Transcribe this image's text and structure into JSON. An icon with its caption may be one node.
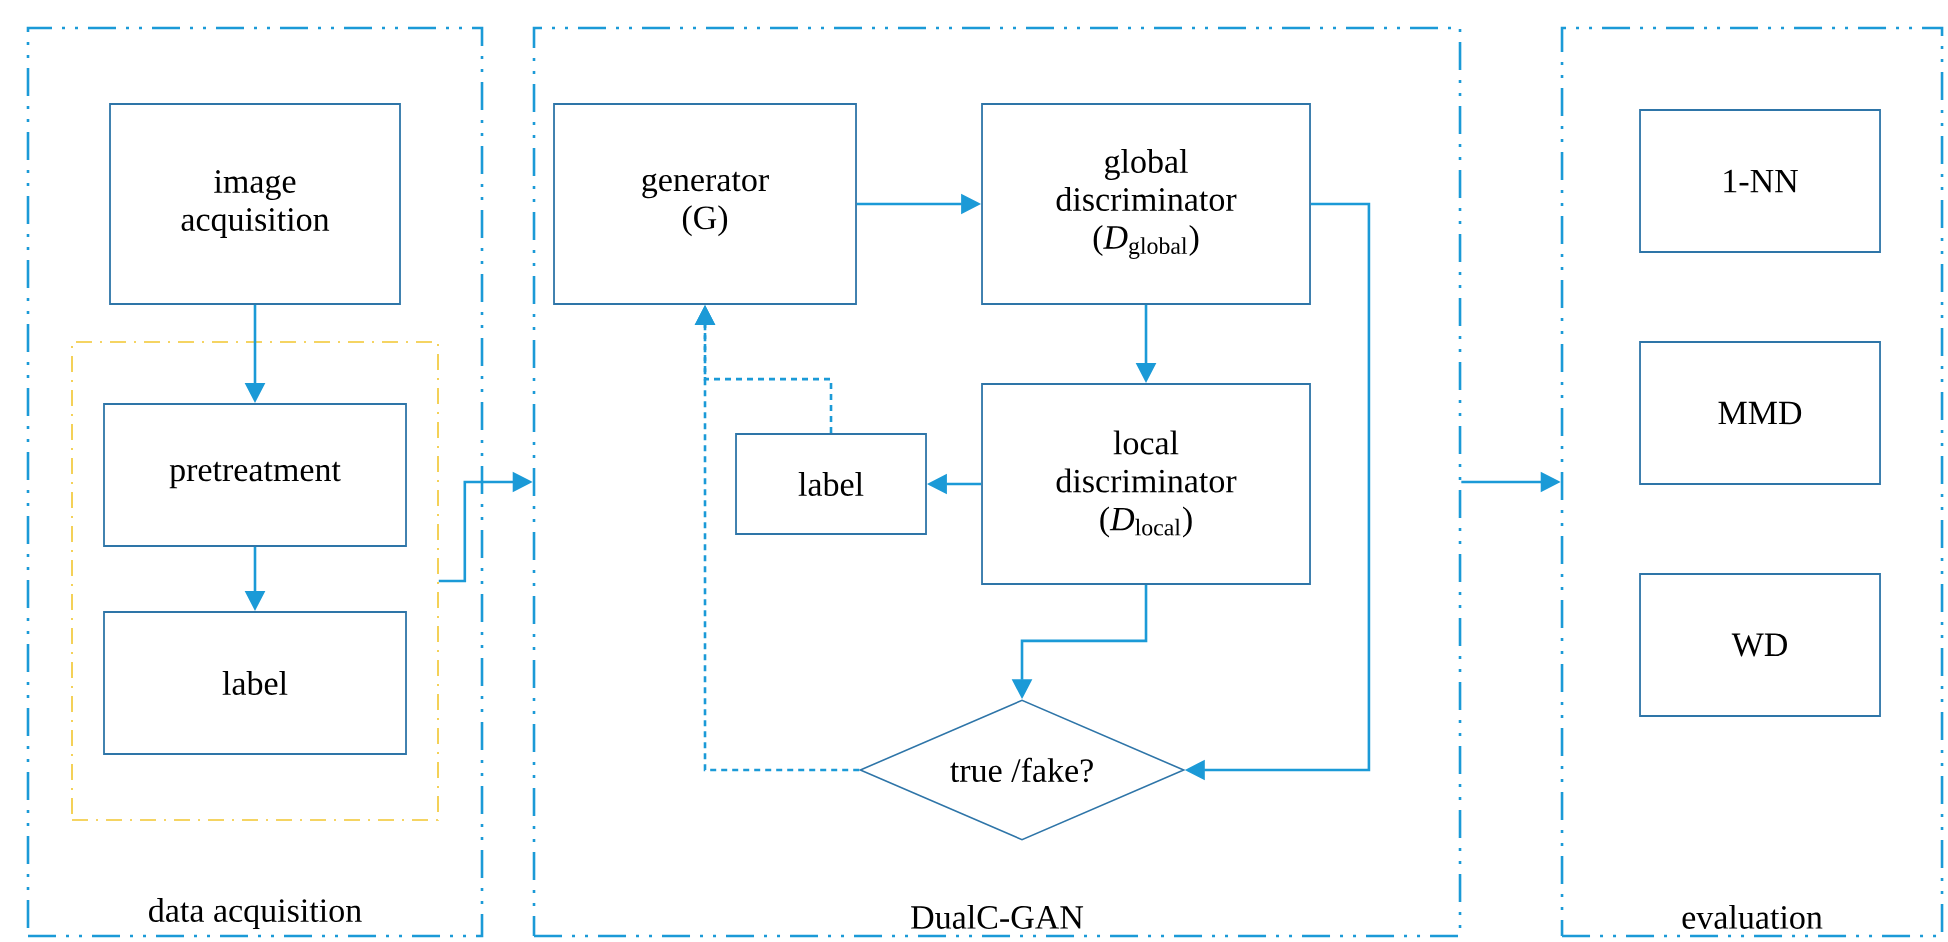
{
  "diagram": {
    "nodes": [
      {
        "text": [
          "data acquisition"
        ]
      },
      {
        "text": [
          "image acquisition"
        ],
        "in": 0
      },
      {
        "text": [],
        "shape": "box",
        "in": 0
      },
      {
        "text": [
          "pretreatment"
        ],
        "in": 2
      },
      {
        "text": [
          "label"
        ],
        "in": 2
      },
      {
        "text": [
          "DualC-GAN"
        ]
      },
      {
        "text": [
          "generator (G)"
        ],
        "in": 5
      },
      {
        "text": [
          "global discriminator (*D*$_{global}$)"
        ],
        "in": 5
      },
      {
        "text": [
          "local discriminator (*D*$_{local}$)"
        ],
        "in": 5
      },
      {
        "text": [
          "label"
        ],
        "in": 5
      },
      {
        "text": [
          "true /fake?"
        ],
        "in": 5
      },
      {
        "text": [
          "evaluation"
        ]
      },
      {
        "text": [
          "1-NN"
        ],
        "in": 11
      },
      {
        "text": [
          "MMD"
        ],
        "in": 11
      },
      {
        "text": [
          "WD"
        ],
        "in": 11
      }
    ],
    "edges": [
      {
        "from": 1,
        "to": 3,
        "arrow": "to"
      },
      {
        "from": 3,
        "to": 4,
        "arrow": "to"
      },
      {
        "from": 2,
        "to": 5,
        "arrow": "to"
      },
      {
        "from": 6,
        "to": 7,
        "arrow": "to"
      },
      {
        "from": 7,
        "to": 8,
        "arrow": "to"
      },
      {
        "from": 8,
        "to": 9,
        "arrow": "to"
      },
      {
        "from": 8,
        "to": 10,
        "arrow": "to"
      },
      {
        "from": 7,
        "to": 10,
        "arrow": "to"
      },
      {
        "from": 9,
        "to": 6,
        "arrow": "to",
        "style": "dashed"
      },
      {
        "from": 10,
        "to": 6,
        "arrow": "to",
        "style": "dashed"
      },
      {
        "from": 5,
        "to": 11,
        "arrow": "to"
      }
    ]
  }
}
